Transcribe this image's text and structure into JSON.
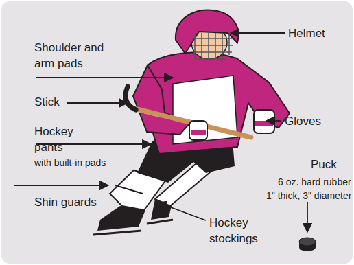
{
  "diagram": {
    "labels": [
      "Helmet",
      "Shoulder and arm pads",
      "Stick",
      "Gloves",
      "Hockey pants",
      "with built-in pads",
      "Puck",
      "6 oz. hard rubber",
      "1\" thick, 3\" diameter",
      "Shin guards",
      "Hockey stockings"
    ]
  }
}
